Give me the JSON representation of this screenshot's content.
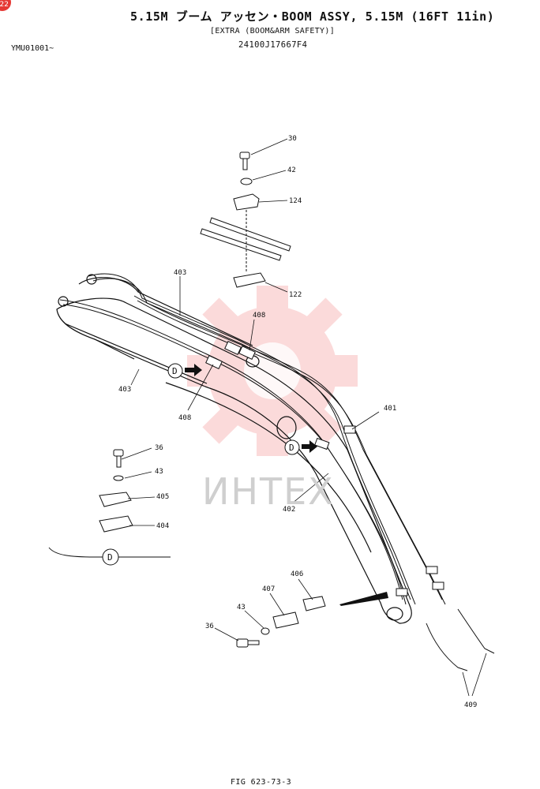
{
  "header": {
    "title": "5.15M ブーム アッセン・BOOM ASSY, 5.15M (16FT 11in)",
    "subtitle": "[EXTRA (BOOM&ARM SAFETY)]",
    "part_number": "24100J17667F4",
    "serial_range": "YMU01001~"
  },
  "corner_badge": "22",
  "watermark": {
    "text": "ИНТЕХ",
    "color": "#f05a5a"
  },
  "detail": {
    "letter": "D"
  },
  "callouts": {
    "c30": "30",
    "c42": "42",
    "c124": "124",
    "c122": "122",
    "c403a": "403",
    "c403b": "403",
    "c408a": "408",
    "c408b": "408",
    "c401": "401",
    "c402": "402",
    "c36a": "36",
    "c43a": "43",
    "c405": "405",
    "c404": "404",
    "c406": "406",
    "c407": "407",
    "c43b": "43",
    "c36b": "36",
    "c409": "409"
  },
  "footer": {
    "figure_ref": "FIG 623-73-3"
  }
}
